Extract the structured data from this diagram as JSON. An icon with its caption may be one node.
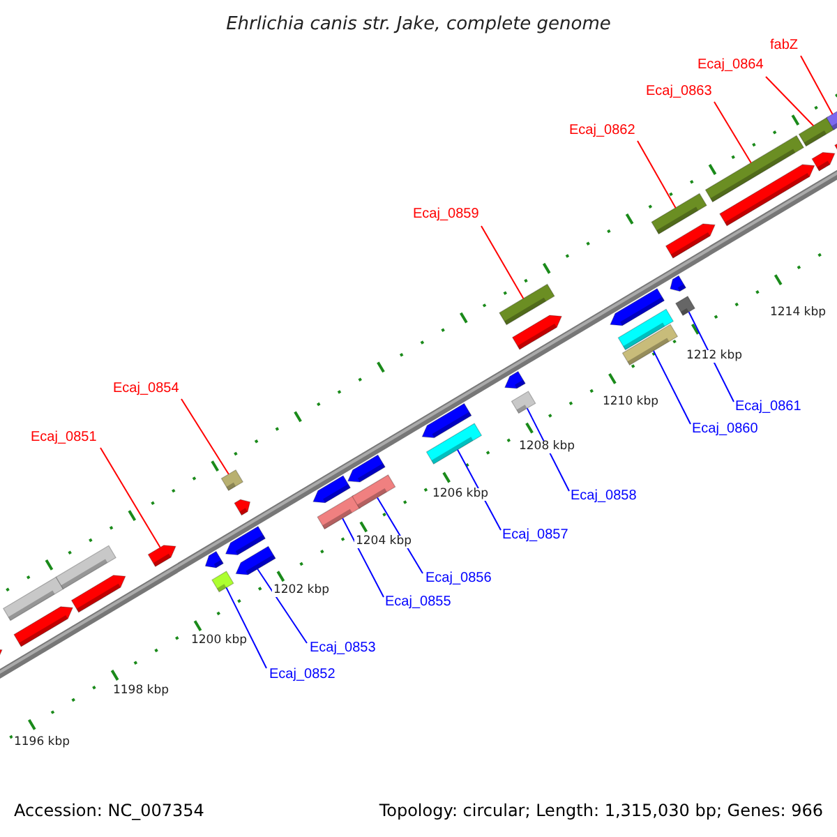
{
  "diagram": {
    "title": "Ehrlichia canis str. Jake, complete genome",
    "nodes": [
      {
        "text": [
          "Ecaj_0851"
        ]
      },
      {
        "text": [
          "Ecaj_0852"
        ]
      },
      {
        "text": [
          "Ecaj_0853"
        ]
      },
      {
        "text": [
          "Ecaj_0854"
        ]
      },
      {
        "text": [
          "Ecaj_0855"
        ]
      },
      {
        "text": [
          "Ecaj_0856"
        ]
      },
      {
        "text": [
          "Ecaj_0857"
        ]
      },
      {
        "text": [
          "Ecaj_0858"
        ]
      },
      {
        "text": [
          "Ecaj_0859"
        ]
      },
      {
        "text": [
          "Ecaj_0860"
        ]
      },
      {
        "text": [
          "Ecaj_0861"
        ]
      },
      {
        "text": [
          "Ecaj_0862"
        ]
      },
      {
        "text": [
          "Ecaj_0863"
        ]
      },
      {
        "text": [
          "Ecaj_0864"
        ]
      },
      {
        "text": [
          "fabZ"
        ]
      },
      {
        "text": [],
        "shape": "bar"
      },
      {
        "text": [],
        "shape": "bar"
      },
      {
        "text": [],
        "shape": "bar"
      },
      {
        "text": [],
        "shape": "bar"
      },
      {
        "text": [],
        "shape": "bar"
      },
      {
        "text": [],
        "shape": "bar"
      },
      {
        "text": [],
        "shape": "bar"
      },
      {
        "text": [],
        "shape": "bar"
      },
      {
        "text": [],
        "shape": "bar"
      },
      {
        "text": [],
        "shape": "bar"
      },
      {
        "text": [],
        "shape": "bar"
      },
      {
        "text": [],
        "shape": "bar"
      },
      {
        "text": [],
        "shape": "bar"
      },
      {
        "text": [],
        "shape": "bar"
      },
      {
        "text": [],
        "shape": "bar"
      },
      {
        "text": [],
        "shape": "bar"
      },
      {
        "text": [],
        "shape": "bar"
      },
      {
        "text": [],
        "shape": "bar"
      },
      {
        "text": [],
        "shape": "bar"
      },
      {
        "text": [],
        "shape": "bar"
      },
      {
        "text": [],
        "shape": "bar"
      },
      {
        "text": [],
        "shape": "bar"
      },
      {
        "text": [],
        "shape": "bar"
      },
      {
        "text": [],
        "shape": "bar"
      },
      {
        "text": [],
        "shape": "bar"
      },
      {
        "text": [],
        "shape": "bar"
      },
      {
        "text": [],
        "shape": "bar"
      },
      {
        "text": [],
        "shape": "bar"
      },
      {
        "text": [],
        "shape": "bar"
      },
      {
        "text": [],
        "shape": "bar"
      },
      {
        "text": [],
        "shape": "bar"
      },
      {
        "text": [],
        "shape": "bar"
      },
      {
        "text": [],
        "shape": "bar"
      },
      {
        "text": [],
        "shape": "bar"
      },
      {
        "text": [],
        "shape": "bar"
      }
    ],
    "edges": [
      {
        "from": 0,
        "to": 20,
        "arrow": "none",
        "color": "#ff0000"
      },
      {
        "from": 1,
        "to": 21,
        "arrow": "none"
      },
      {
        "from": 2,
        "to": 23,
        "arrow": "none"
      },
      {
        "from": 3,
        "to": 26,
        "arrow": "none",
        "color": "#ff0000"
      },
      {
        "from": 4,
        "to": 27,
        "arrow": "none"
      },
      {
        "from": 5,
        "to": 29,
        "arrow": "none"
      },
      {
        "from": 6,
        "to": 31,
        "arrow": "none"
      },
      {
        "from": 7,
        "to": 33,
        "arrow": "none"
      },
      {
        "from": 8,
        "to": 36,
        "arrow": "none",
        "color": "#ff0000"
      },
      {
        "from": 9,
        "to": 37,
        "arrow": "none"
      },
      {
        "from": 10,
        "to": 40,
        "arrow": "none"
      },
      {
        "from": 11,
        "to": 43,
        "arrow": "none",
        "color": "#ff0000"
      },
      {
        "from": 12,
        "to": 45,
        "arrow": "none",
        "color": "#ff0000"
      },
      {
        "from": 13,
        "to": 47,
        "arrow": "none",
        "color": "#ff0000"
      },
      {
        "from": 14,
        "to": 49,
        "arrow": "none",
        "color": "#ff0000"
      }
    ],
    "labels": [
      "1214 kbp",
      "1212 kbp",
      "1210 kbp",
      "1208 kbp",
      "1206 kbp",
      "1204 kbp",
      "1202 kbp",
      "1200 kbp",
      "1198 kbp",
      "1196 kbp",
      "Accession: NC_007354",
      "Topology: circular; Length: 1,315,030 bp; Genes: 966"
    ]
  }
}
